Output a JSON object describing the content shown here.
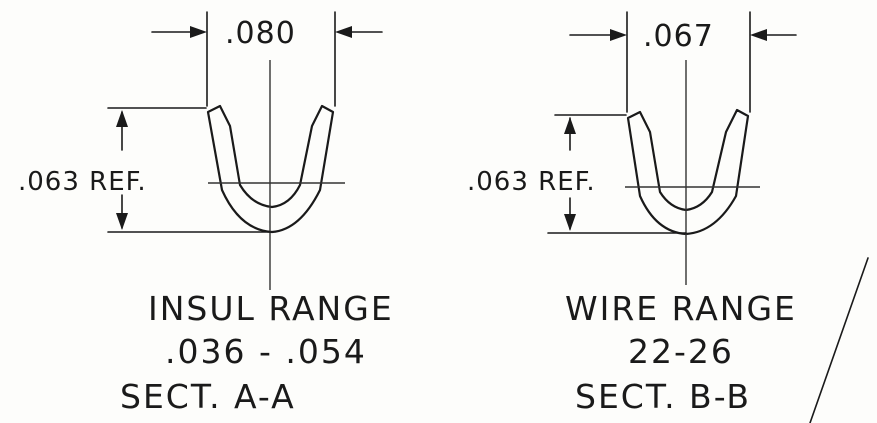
{
  "section_a": {
    "width_dim": ".080",
    "height_dim": ".063 REF.",
    "range_label": "INSUL RANGE",
    "range_value": ".036 - .054",
    "section_label": "SECT. A-A"
  },
  "section_b": {
    "width_dim": ".067",
    "height_dim": ".063 REF.",
    "range_label": "WIRE RANGE",
    "range_value": "22-26",
    "section_label": "SECT. B-B"
  },
  "colors": {
    "ink": "#1a1a1a",
    "paper": "#fdfdfb"
  }
}
